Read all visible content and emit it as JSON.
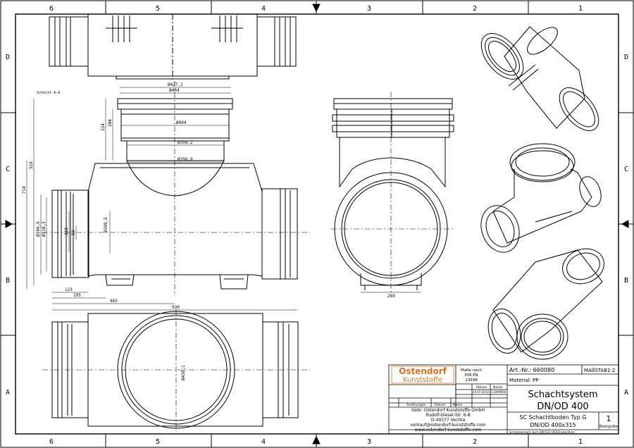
{
  "frame": {
    "columns": [
      "6",
      "5",
      "4",
      "3",
      "2",
      "1"
    ],
    "rows": [
      "D",
      "C",
      "B",
      "A"
    ]
  },
  "section_label": "Schnitt A-A",
  "dimensions": {
    "d1": "Ø427,1",
    "d2": "Ø404",
    "d3": "Ø404",
    "d4": "Ø356,2",
    "d5": "Ø356,8",
    "d6": "Ø399,5",
    "h1": "224",
    "h2": "204",
    "h3": "516",
    "h4": "714",
    "v1": "Ø399,9",
    "v2": "Ø318,3",
    "v3": "318",
    "v4": "50",
    "w1": "123",
    "w2": "195",
    "w3": "465",
    "w4": "930",
    "w5": "260",
    "bottom_d": "Ø438,1"
  },
  "title_block": {
    "company_logo_top": "Ostendorf",
    "company_logo_bottom": "Kunststoffe",
    "dims_note_1": "Maße nach",
    "dims_note_2": "DIN EN",
    "dims_note_3": "13598",
    "art_label": "Art.-Nr.: 660080",
    "scale": "MAßSTAB1:2",
    "material": "Material: PP",
    "col_datum": "Datum",
    "col_name": "Name",
    "date_value": "24.07.2014",
    "name_value": "C.RAMPEN",
    "rev_header": "Änderungen",
    "rev_datum": "Datum",
    "rev_name": "Name",
    "address_1": "Gebr. Ostendorf Kunststoffe GmbH",
    "address_2": "Rudolf-Diesel-Str. 6-8",
    "address_3": "D-49377 Vechta",
    "address_4": "verkauf@ostendorf-kunststoffe.com",
    "address_5": "www.ostendorf-kunststoffe.com",
    "title_1": "Schachtsystem",
    "title_2": "DN/OD 400",
    "subtitle_1": "SC Schachtboden Typ G",
    "subtitle_2": "DN/OD 400x315",
    "sheet": "1",
    "sheet_label": "Blattgröße",
    "footer_note": "Schutzvermerk nach DIN ISO 16016 beachten!"
  },
  "colors": {
    "ink": "#000000",
    "brand": "#e07020"
  }
}
